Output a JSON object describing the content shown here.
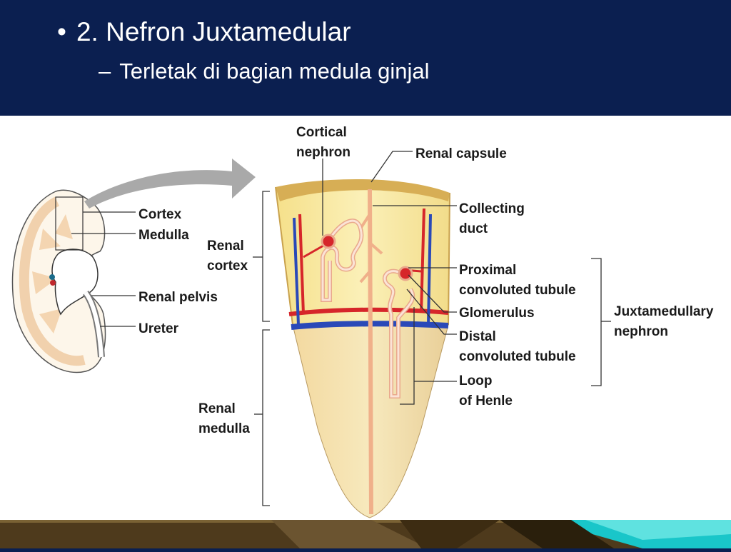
{
  "slide": {
    "bullet_main": "2. Nefron Juxtamedular",
    "bullet_sub": "Terletak di bagian medula ginjal"
  },
  "figure_labels": {
    "cortex": "Cortex",
    "medulla": "Medulla",
    "renal_pelvis": "Renal pelvis",
    "ureter": "Ureter",
    "cortical_nephron_1": "Cortical",
    "cortical_nephron_2": "nephron",
    "renal_capsule": "Renal capsule",
    "renal_cortex_1": "Renal",
    "renal_cortex_2": "cortex",
    "renal_medulla_1": "Renal",
    "renal_medulla_2": "medulla",
    "collecting_duct_1": "Collecting",
    "collecting_duct_2": "duct",
    "proximal_1": "Proximal",
    "proximal_2": "convoluted tubule",
    "glomerulus": "Glomerulus",
    "distal_1": "Distal",
    "distal_2": "convoluted tubule",
    "loop_1": "Loop",
    "loop_2": "of Henle",
    "juxta_1": "Juxtamedullary",
    "juxta_2": "nephron"
  },
  "colors": {
    "header_bg": "#0b1f50",
    "cortex_fill": "#f6e6a0",
    "medulla_fill": "#f0dca6",
    "capsule_fill": "#d9b35a",
    "artery": "#d6262a",
    "vein": "#2a49b8",
    "tubule": "#f2c6b0",
    "footer_brown": "#4e3a1c",
    "footer_teal": "#19c6c9"
  }
}
